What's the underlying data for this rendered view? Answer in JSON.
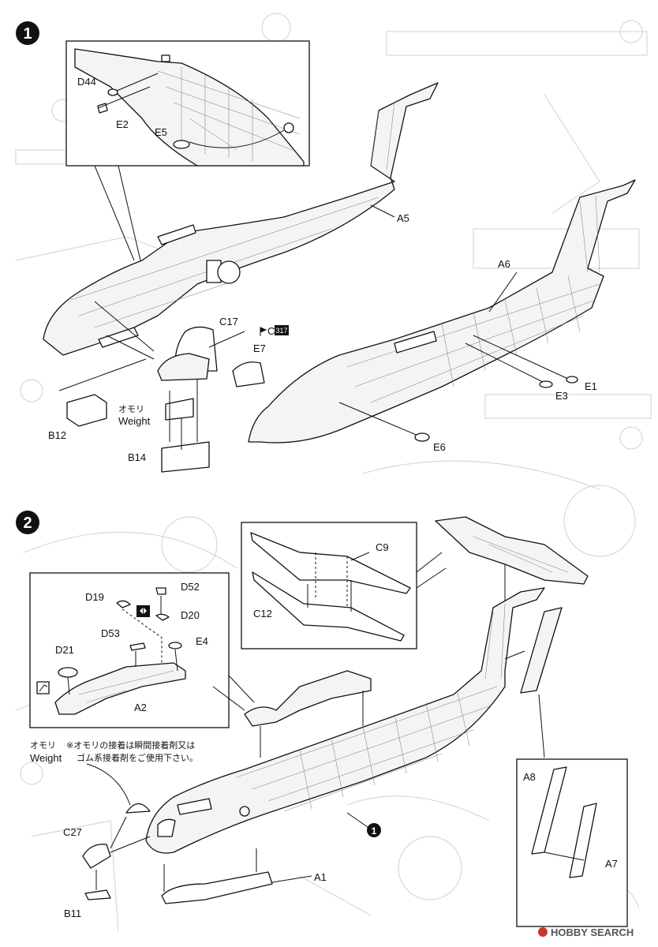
{
  "steps": [
    {
      "number": "1"
    },
    {
      "number": "2"
    }
  ],
  "step1": {
    "inset_labels": [
      "D44",
      "E2",
      "E5"
    ],
    "labels": {
      "a5": "A5",
      "a6": "A6",
      "c17": "C17",
      "e7": "E7",
      "b12": "B12",
      "b14": "B14",
      "e1": "E1",
      "e3": "E3",
      "e6": "E6",
      "weight_jp": "オモリ",
      "weight_en": "Weight",
      "ref_number": "317",
      "ref_letter": "C"
    }
  },
  "step2": {
    "inset_labels": [
      "D19",
      "D52",
      "D20",
      "D53",
      "E4",
      "D21",
      "A2"
    ],
    "wing_labels": [
      "C9",
      "C12"
    ],
    "labels": {
      "a8": "A8",
      "a7": "A7",
      "a1": "A1",
      "c27": "C27",
      "b11": "B11",
      "weight_jp": "オモリ",
      "weight_en": "Weight",
      "note_line1": "※オモリの接着は瞬間接着剤又は",
      "note_line2": "ゴム系接着剤をご使用下さい。",
      "step_ref": "1"
    }
  },
  "watermark": {
    "brand": "HOBBY SEARCH"
  },
  "colors": {
    "ink": "#111111",
    "ghost": "#d8d8d8",
    "step_bg": "#111111"
  }
}
